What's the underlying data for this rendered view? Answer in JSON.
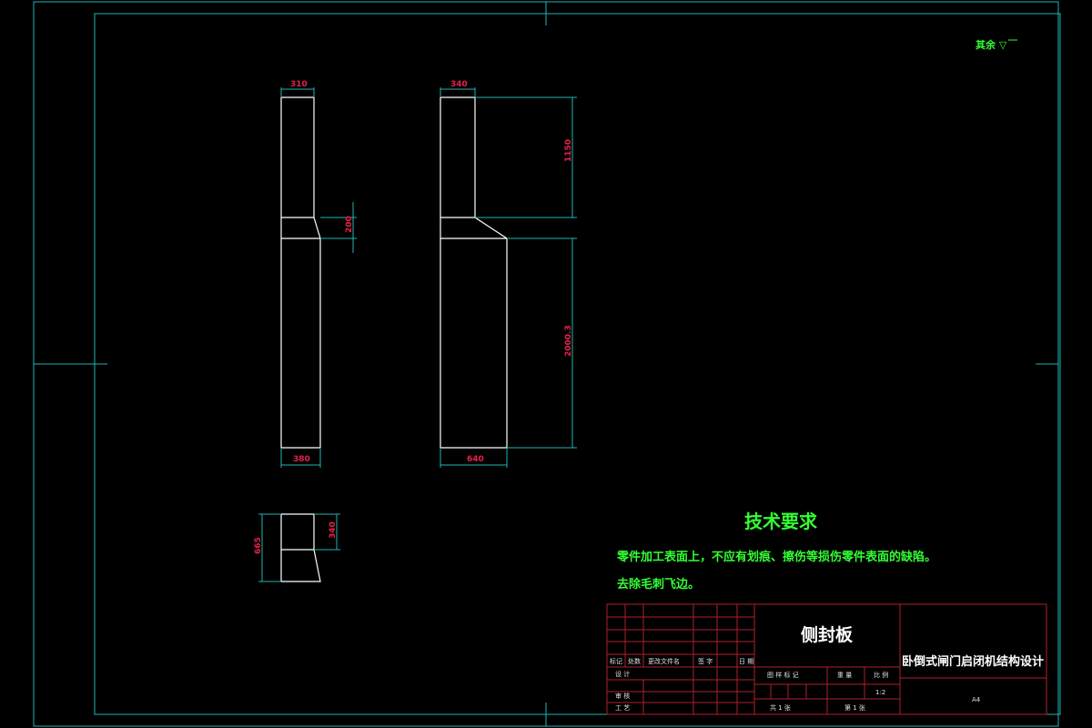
{
  "corner_note": "其余 ▽",
  "tech_requirements": {
    "title": "技术要求",
    "line1": "零件加工表面上，不应有划痕、擦伤等损伤零件表面的缺陷。",
    "line2": "去除毛刺飞边。"
  },
  "dimensions": {
    "view1_top_width": "310",
    "view1_mid_height": "200",
    "view1_bottom_width": "380",
    "view2_top_width": "340",
    "view2_upper_height": "1150",
    "view2_lower_height": "2000.3",
    "view2_bottom_width": "640",
    "view3_height": "665",
    "view3_upper_height": "340"
  },
  "title_block": {
    "part_name": "侧封板",
    "project_name": "卧倒式闸门启闭机结构设计",
    "row_headers": [
      "标记",
      "处数",
      "更改文件名",
      "签 字",
      "日 期"
    ],
    "design_label": "设 计",
    "check_label": "审 核",
    "process_label": "工 艺",
    "stage_label": "图 样 标 记",
    "weight_label": "重 量",
    "scale_label": "比 例",
    "scale_value": "1:2",
    "total_sheets_label": "共  1  张",
    "sheet_label": "第  1  张",
    "material": "A4"
  },
  "colors": {
    "frame": "#1fb5b5",
    "geometry": "#ffffff",
    "dimension_line": "#1fb5b5",
    "dimension_text": "#e8204a",
    "text_green": "#33ff33",
    "title_block": "#b0202a"
  }
}
